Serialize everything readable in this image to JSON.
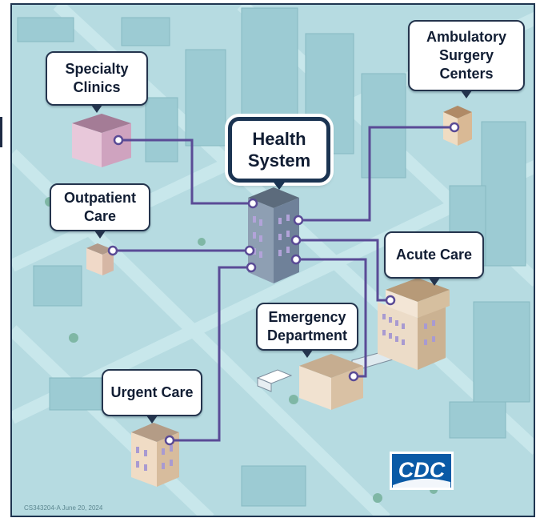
{
  "nodes": {
    "health_system": "Health\nSystem",
    "specialty_clinics": "Specialty\nClinics",
    "ambulatory_surgery_centers": "Ambulatory\nSurgery\nCenters",
    "outpatient_care": "Outpatient\nCare",
    "acute_care": "Acute Care",
    "emergency_department": "Emergency\nDepartment",
    "urgent_care": "Urgent Care"
  },
  "logo": {
    "text": "CDC"
  },
  "footer": {
    "code": "CS343204-A   June 20, 2024"
  },
  "colors": {
    "background": "#b6dbe1",
    "connector": "#5a4b96",
    "callout_border": "#24344d",
    "cdc_blue": "#0a5aa6"
  }
}
